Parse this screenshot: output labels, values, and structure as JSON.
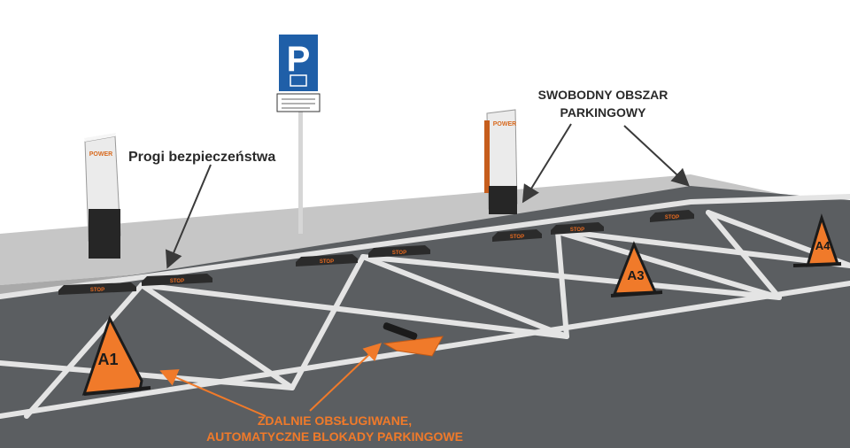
{
  "labels": {
    "safety_thresholds": "Progi bezpieczeństwa",
    "free_area_line1": "SWOBODNY OBSZAR",
    "free_area_line2": "PARKINGOWY",
    "locks_line1": "ZDALNIE OBSŁUGIWANE,",
    "locks_line2": "AUTOMATYCZNE BLOKADY PARKINGOWE"
  },
  "parking_sign": {
    "letter": "P"
  },
  "charger_brand": "POWER",
  "stop_text": "STOP",
  "locks": [
    "A1",
    "A3",
    "A4"
  ],
  "colors": {
    "orange": "#f07a2a",
    "sign_blue": "#1f5fa8",
    "asphalt": "#5b5e61",
    "curb": "#bcbcbc",
    "text_dark": "#2a2a2a"
  }
}
